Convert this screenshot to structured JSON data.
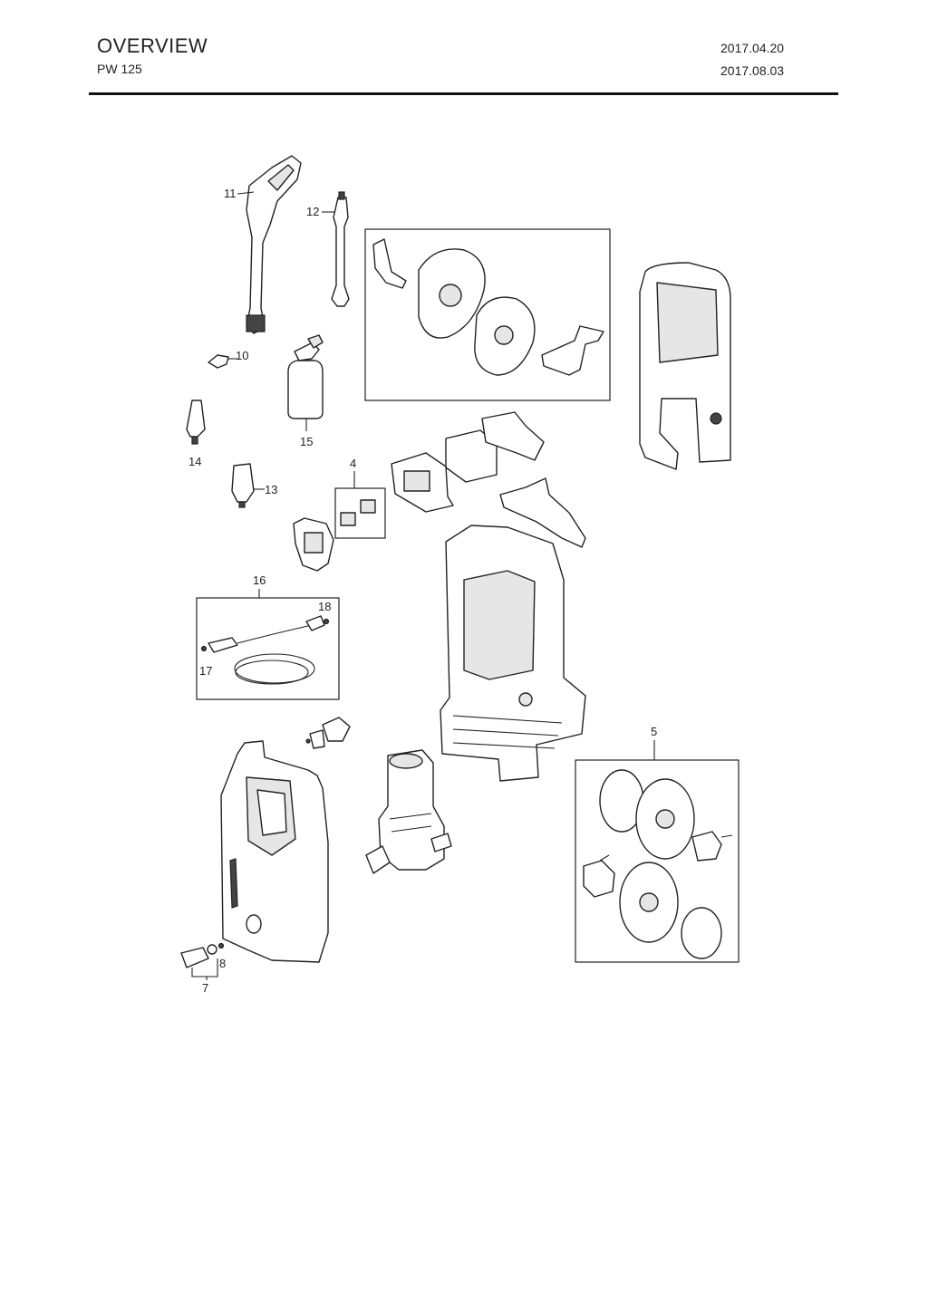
{
  "header": {
    "title": "OVERVIEW",
    "model": "PW 125",
    "date_created": "2017.04.20",
    "date_revised": "2017.08.03"
  },
  "callouts": {
    "c4": "4",
    "c5": "5",
    "c7": "7",
    "c8": "8",
    "c10": "10",
    "c11": "11",
    "c12": "12",
    "c13": "13",
    "c14": "14",
    "c15": "15",
    "c16": "16",
    "c17": "17",
    "c18": "18"
  }
}
